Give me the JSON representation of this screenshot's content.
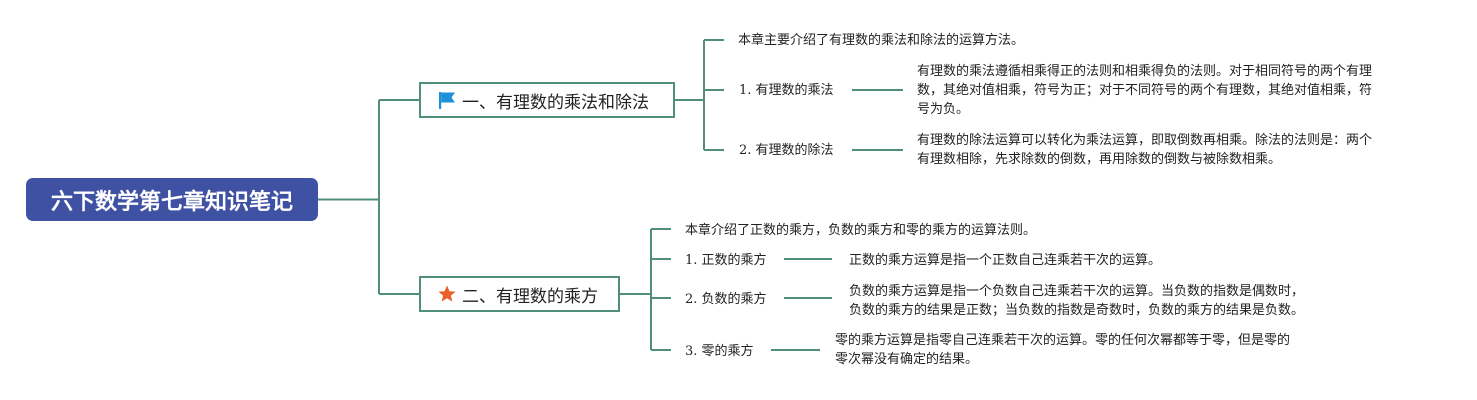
{
  "diagram": {
    "root": {
      "title": "六下数学第七章知识笔记",
      "color": "#3f51a3"
    },
    "line_color": "#4f8f7c",
    "branches": [
      {
        "icon": "flag-icon",
        "icon_color": "#1e90d8",
        "title": "一、有理数的乘法和除法",
        "summary": "本章主要介绍了有理数的乘法和除法的运算方法。",
        "topics": [
          {
            "label": "1. 有理数的乘法",
            "lines": [
              "有理数的乘法遵循相乘得正的法则和相乘得负的法则。对于相同符号的两个有理",
              "数，其绝对值相乘，符号为正；对于不同符号的两个有理数，其绝对值相乘，符",
              "号为负。"
            ]
          },
          {
            "label": "2. 有理数的除法",
            "lines": [
              "有理数的除法运算可以转化为乘法运算，即取倒数再相乘。除法的法则是：两个",
              "有理数相除，先求除数的倒数，再用除数的倒数与被除数相乘。"
            ]
          }
        ]
      },
      {
        "icon": "star-icon",
        "icon_color": "#e8612c",
        "title": "二、有理数的乘方",
        "summary": "本章介绍了正数的乘方，负数的乘方和零的乘方的运算法则。",
        "topics": [
          {
            "label": "1. 正数的乘方",
            "lines": [
              "正数的乘方运算是指一个正数自己连乘若干次的运算。"
            ]
          },
          {
            "label": "2. 负数的乘方",
            "lines": [
              "负数的乘方运算是指一个负数自己连乘若干次的运算。当负数的指数是偶数时，",
              "负数的乘方的结果是正数；当负数的指数是奇数时，负数的乘方的结果是负数。"
            ]
          },
          {
            "label": "3. 零的乘方",
            "lines": [
              "零的乘方运算是指零自己连乘若干次的运算。零的任何次幂都等于零，但是零的",
              "零次幂没有确定的结果。"
            ]
          }
        ]
      }
    ]
  }
}
